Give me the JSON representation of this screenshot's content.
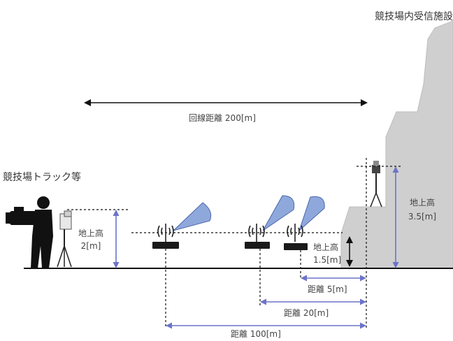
{
  "labels": {
    "facility": "競技場内受信施設",
    "track": "競技場トラック等",
    "total_distance": "回線距離 200[m]",
    "tx_height_1": "地上高",
    "tx_height_2": "2[m]",
    "rx_height_1": "地上高",
    "rx_height_2": "3.5[m]",
    "relay_height_1": "地上高",
    "relay_height_2": "1.5[m]",
    "dist_5": "距離 5[m]",
    "dist_20": "距離 20[m]",
    "dist_100": "距離 100[m]"
  },
  "colors": {
    "beam": "#8fa8dc",
    "beam_stroke": "#4a66aa",
    "building": "#cfcfcf",
    "dim_line": "#6b73c9",
    "black_line": "#111111"
  },
  "icons": [
    "camera-operator-icon",
    "transmitter-icon",
    "antenna-icon",
    "receiver-tripod-icon"
  ]
}
